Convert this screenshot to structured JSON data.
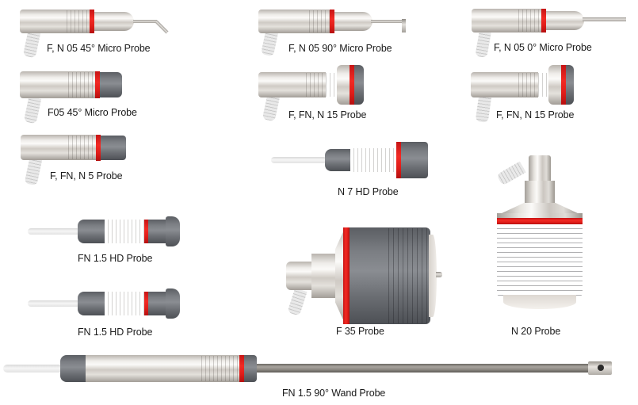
{
  "image": {
    "description": "Product catalog image of ultrasonic/measurement probes on white background",
    "background": "#ffffff",
    "accent_colors": {
      "steel": "#d9d6d1",
      "grey_housing": "#74777c",
      "red_band": "#e8201c",
      "cable": "#f0f0f0"
    }
  },
  "probes": [
    {
      "id": "f-n05-45-micro",
      "label": "F, N 05 45° Micro Probe"
    },
    {
      "id": "f-n05-90-micro",
      "label": "F, N 05 90° Micro Probe"
    },
    {
      "id": "f-n05-0-micro",
      "label": "F, N 05 0° Micro Probe"
    },
    {
      "id": "f05-45-micro",
      "label": "F05 45° Micro Probe"
    },
    {
      "id": "f-fn-n15-a",
      "label": "F, FN, N 15 Probe"
    },
    {
      "id": "f-fn-n15-b",
      "label": "F, FN, N 15 Probe"
    },
    {
      "id": "f-fn-n5",
      "label": "F, FN, N 5 Probe"
    },
    {
      "id": "n7-hd",
      "label": "N 7 HD Probe"
    },
    {
      "id": "fn15-hd-a",
      "label": "FN 1.5 HD Probe"
    },
    {
      "id": "fn15-hd-b",
      "label": "FN 1.5 HD Probe"
    },
    {
      "id": "f35",
      "label": "F 35 Probe"
    },
    {
      "id": "n20",
      "label": "N 20 Probe"
    },
    {
      "id": "fn15-90-wand",
      "label": "FN 1.5 90° Wand Probe"
    }
  ]
}
